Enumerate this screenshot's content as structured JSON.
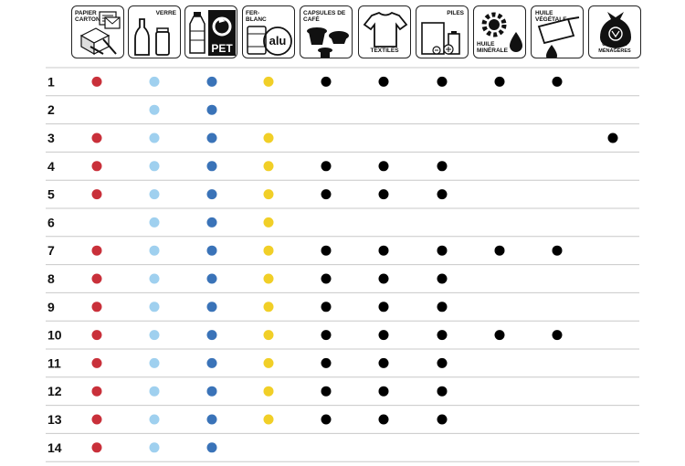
{
  "columns": [
    {
      "key": "papier",
      "label": "PAPIER\nCARTON",
      "icon": "paper-carton-icon",
      "color": "#c9303a"
    },
    {
      "key": "verre",
      "label": "VERRE",
      "icon": "glass-icon",
      "color": "#9fd0ef"
    },
    {
      "key": "pet",
      "label": "PET",
      "icon": "pet-bottle-icon",
      "color": "#3a73b8"
    },
    {
      "key": "ferblanc",
      "label": "FER-\nBLANC",
      "icon": "tin-alu-icon",
      "color": "#f1cf27",
      "sub": "alu"
    },
    {
      "key": "capsules",
      "label": "CAPSULES DE CAFÉ",
      "icon": "coffee-capsules-icon",
      "color": "#000000"
    },
    {
      "key": "textiles",
      "label": "TEXTILES",
      "icon": "textiles-icon",
      "color": "#000000"
    },
    {
      "key": "piles",
      "label": "PILES",
      "icon": "batteries-icon",
      "color": "#000000"
    },
    {
      "key": "huile_min",
      "label": "HUILE\nMINÉRALE",
      "icon": "mineral-oil-icon",
      "color": "#000000"
    },
    {
      "key": "huile_veg",
      "label": "HUILE VÉGÉTALE",
      "icon": "vegetable-oil-icon",
      "color": "#000000"
    },
    {
      "key": "ordures",
      "label": "ORDURES MÉNAGÈRES",
      "icon": "household-waste-icon",
      "color": "#000000"
    }
  ],
  "rows": [
    {
      "label": "1",
      "marks": [
        1,
        1,
        1,
        1,
        1,
        1,
        1,
        1,
        1,
        0
      ]
    },
    {
      "label": "2",
      "marks": [
        0,
        1,
        1,
        0,
        0,
        0,
        0,
        0,
        0,
        0
      ]
    },
    {
      "label": "3",
      "marks": [
        1,
        1,
        1,
        1,
        0,
        0,
        0,
        0,
        0,
        1
      ]
    },
    {
      "label": "4",
      "marks": [
        1,
        1,
        1,
        1,
        1,
        1,
        1,
        0,
        0,
        0
      ]
    },
    {
      "label": "5",
      "marks": [
        1,
        1,
        1,
        1,
        1,
        1,
        1,
        0,
        0,
        0
      ]
    },
    {
      "label": "6",
      "marks": [
        0,
        1,
        1,
        1,
        0,
        0,
        0,
        0,
        0,
        0
      ]
    },
    {
      "label": "7",
      "marks": [
        1,
        1,
        1,
        1,
        1,
        1,
        1,
        1,
        1,
        0
      ]
    },
    {
      "label": "8",
      "marks": [
        1,
        1,
        1,
        1,
        1,
        1,
        1,
        0,
        0,
        0
      ]
    },
    {
      "label": "9",
      "marks": [
        1,
        1,
        1,
        1,
        1,
        1,
        1,
        0,
        0,
        0
      ]
    },
    {
      "label": "10",
      "marks": [
        1,
        1,
        1,
        1,
        1,
        1,
        1,
        1,
        1,
        0
      ]
    },
    {
      "label": "11",
      "marks": [
        1,
        1,
        1,
        1,
        1,
        1,
        1,
        0,
        0,
        0
      ]
    },
    {
      "label": "12",
      "marks": [
        1,
        1,
        1,
        1,
        1,
        1,
        1,
        0,
        0,
        0
      ]
    },
    {
      "label": "13",
      "marks": [
        1,
        1,
        1,
        1,
        1,
        1,
        1,
        0,
        0,
        0
      ]
    },
    {
      "label": "14",
      "marks": [
        1,
        1,
        1,
        0,
        0,
        0,
        0,
        0,
        0,
        0
      ]
    }
  ]
}
